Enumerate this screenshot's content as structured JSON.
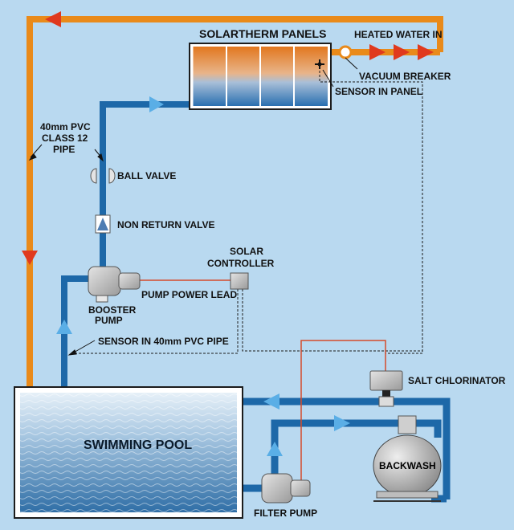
{
  "labels": {
    "solar_panels": "SOLARTHERM PANELS",
    "heated_water": "HEATED WATER IN",
    "vacuum_breaker": "VACUUM BREAKER",
    "sensor_in_panel": "SENSOR IN PANEL",
    "pipe_line1": "40mm PVC",
    "pipe_line2": "CLASS 12",
    "pipe_line3": "PIPE",
    "ball_valve": "BALL VALVE",
    "non_return_valve": "NON RETURN VALVE",
    "solar_controller_line1": "SOLAR",
    "solar_controller_line2": "CONTROLLER",
    "pump_power_lead": "PUMP POWER LEAD",
    "booster_pump_line1": "BOOSTER",
    "booster_pump_line2": "PUMP",
    "sensor_in_pipe": "SENSOR IN 40mm PVC PIPE",
    "salt_chlorinator": "SALT CHLORINATOR",
    "swimming_pool": "SWIMMING POOL",
    "backwash": "BACKWASH",
    "filter_pump": "FILTER PUMP"
  },
  "colors": {
    "background": "#b9d9f0",
    "hot_pipe": "#e98a1a",
    "cold_pipe": "#1d68a8",
    "hot_arrow": "#e0391e",
    "cold_arrow": "#5aaee6",
    "power_lead": "#d64a2a",
    "equipment": "#c9c9c9"
  }
}
